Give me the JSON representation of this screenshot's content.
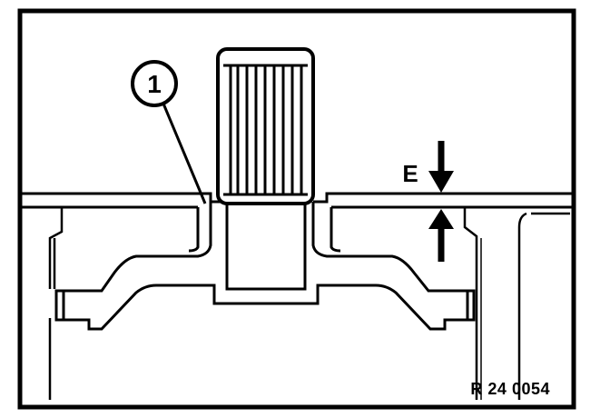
{
  "diagram": {
    "callout": "1",
    "dimension_label": "E",
    "reference_code": "R 24 0054"
  },
  "colors": {
    "line": "#000000",
    "background": "#ffffff"
  }
}
